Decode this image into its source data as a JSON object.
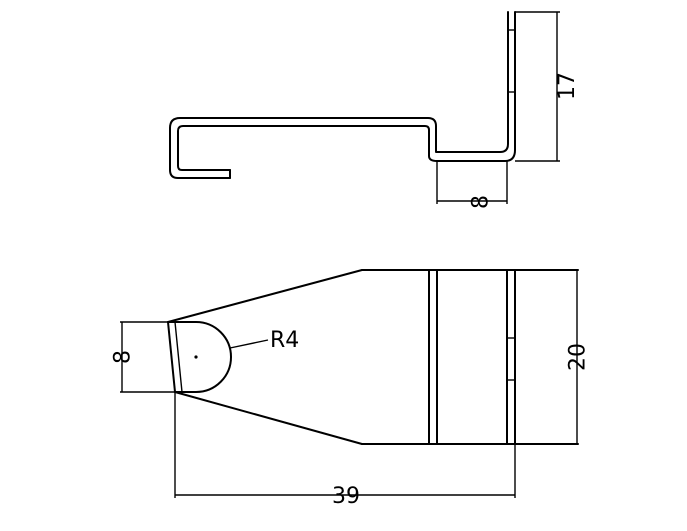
{
  "colors": {
    "line": "#000000",
    "background": "#ffffff"
  },
  "dimensions": {
    "top_height": "17",
    "top_width": "8",
    "bottom_radius": "R4",
    "bottom_tip_width": "8",
    "bottom_height": "20",
    "bottom_length": "39"
  }
}
